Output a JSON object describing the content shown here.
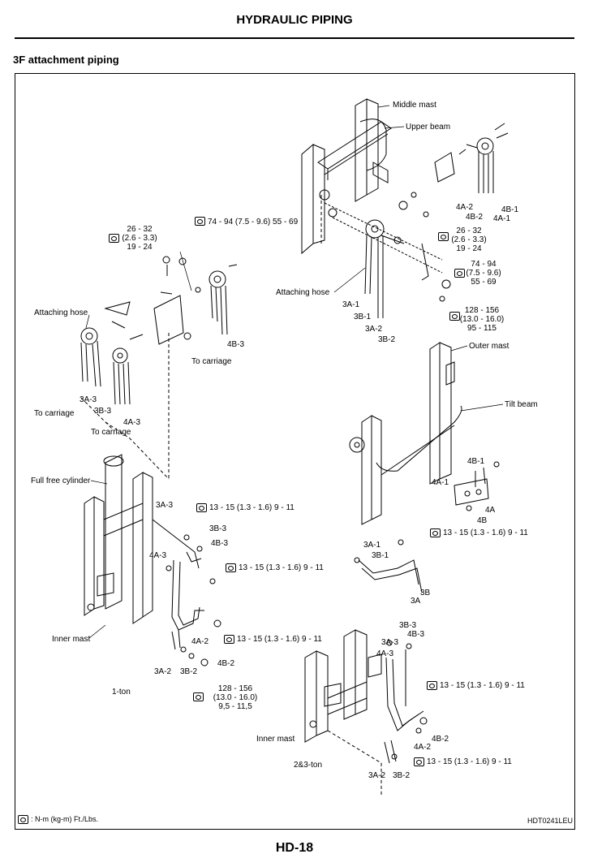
{
  "header": {
    "title": "HYDRAULIC PIPING"
  },
  "section": {
    "title": "3F attachment piping"
  },
  "labels": {
    "middle_mast": "Middle mast",
    "upper_beam": "Upper beam",
    "attaching_hose_top": "Attaching hose",
    "attaching_hose_left": "Attaching hose",
    "to_carriage_1": "To carriage",
    "to_carriage_2": "To carriage",
    "to_carriage_3": "To carriage",
    "outer_mast": "Outer mast",
    "tilt_beam": "Tilt beam",
    "full_free_cylinder": "Full free cylinder",
    "inner_mast_1": "Inner mast",
    "inner_mast_2": "Inner mast",
    "one_ton": "1-ton",
    "two_three_ton": "2&3-ton"
  },
  "part_codes": {
    "p4a2_top": "4A-2",
    "p4b1_top": "4B-1",
    "p4b2_top": "4B-2",
    "p4a1_top": "4A-1",
    "p3a1_top": "3A-1",
    "p3b1_top": "3B-1",
    "p3a2_top": "3A-2",
    "p3b2_top": "3B-2",
    "p4b3_left": "4B-3",
    "p3a3_left": "3A-3",
    "p3b3_left": "3B-3",
    "p4a3_left": "4A-3",
    "p4b1_mid": "4B-1",
    "p4a1_mid": "4A-1",
    "p4a_mid": "4A",
    "p4b_mid": "4B",
    "p3a1_mid": "3A-1",
    "p3b1_mid": "3B-1",
    "p3b_mid": "3B",
    "p3a_mid": "3A",
    "p3a3_1ton": "3A-3",
    "p3b3_1ton": "3B-3",
    "p4b3_1ton": "4B-3",
    "p4a3_1ton": "4A-3",
    "p4a2_1ton": "4A-2",
    "p4b2_1ton": "4B-2",
    "p3a2_1ton": "3A-2",
    "p3b2_1ton": "3B-2",
    "p3b3_23": "3B-3",
    "p4b3_23": "4B-3",
    "p3a3_23": "3A-3",
    "p4a3_23": "4A-3",
    "p4b2_23": "4B-2",
    "p4a2_23": "4A-2",
    "p3a2_23": "3A-2",
    "p3b2_23": "3B-2"
  },
  "torques": {
    "t1_line1": "74 - 94 (7.5 - 9.6) 55 - 69",
    "t2_line1": "26 - 32",
    "t2_line2": "(2.6 - 3.3)",
    "t2_line3": "19 - 24",
    "t3_line1": "26 - 32",
    "t3_line2": "(2.6 - 3.3)",
    "t3_line3": "19 - 24",
    "t4_line1": "74 - 94",
    "t4_line2": "(7.5 - 9.6)",
    "t4_line3": "55 - 69",
    "t5_line1": "128 - 156",
    "t5_line2": "(13.0 - 16.0)",
    "t5_line3": "95 - 115",
    "t6_line1": "13 - 15 (1.3 - 1.6) 9 - 11",
    "t7_line1": "13 - 15 (1.3 - 1.6) 9 - 11",
    "t8_line1": "13 - 15 (1.3 - 1.6) 9 - 11",
    "t9_line1": "13 - 15 (1.3 - 1.6) 9 - 11",
    "t10_line1": "128 - 156",
    "t10_line2": "(13.0 - 16.0)",
    "t10_line3": "9,5 - 11,5",
    "t11_line1": "13 - 15 (1.3 - 1.6) 9 - 11",
    "t12_line1": "13 - 15 (1.3 - 1.6) 9 - 11"
  },
  "legend": {
    "text": ": N-m (kg-m)  Ft./Lbs."
  },
  "footer": {
    "code": "HDT0241LEU",
    "page_number": "HD-18"
  },
  "icons": {
    "torque": "torque-wrench-icon"
  }
}
